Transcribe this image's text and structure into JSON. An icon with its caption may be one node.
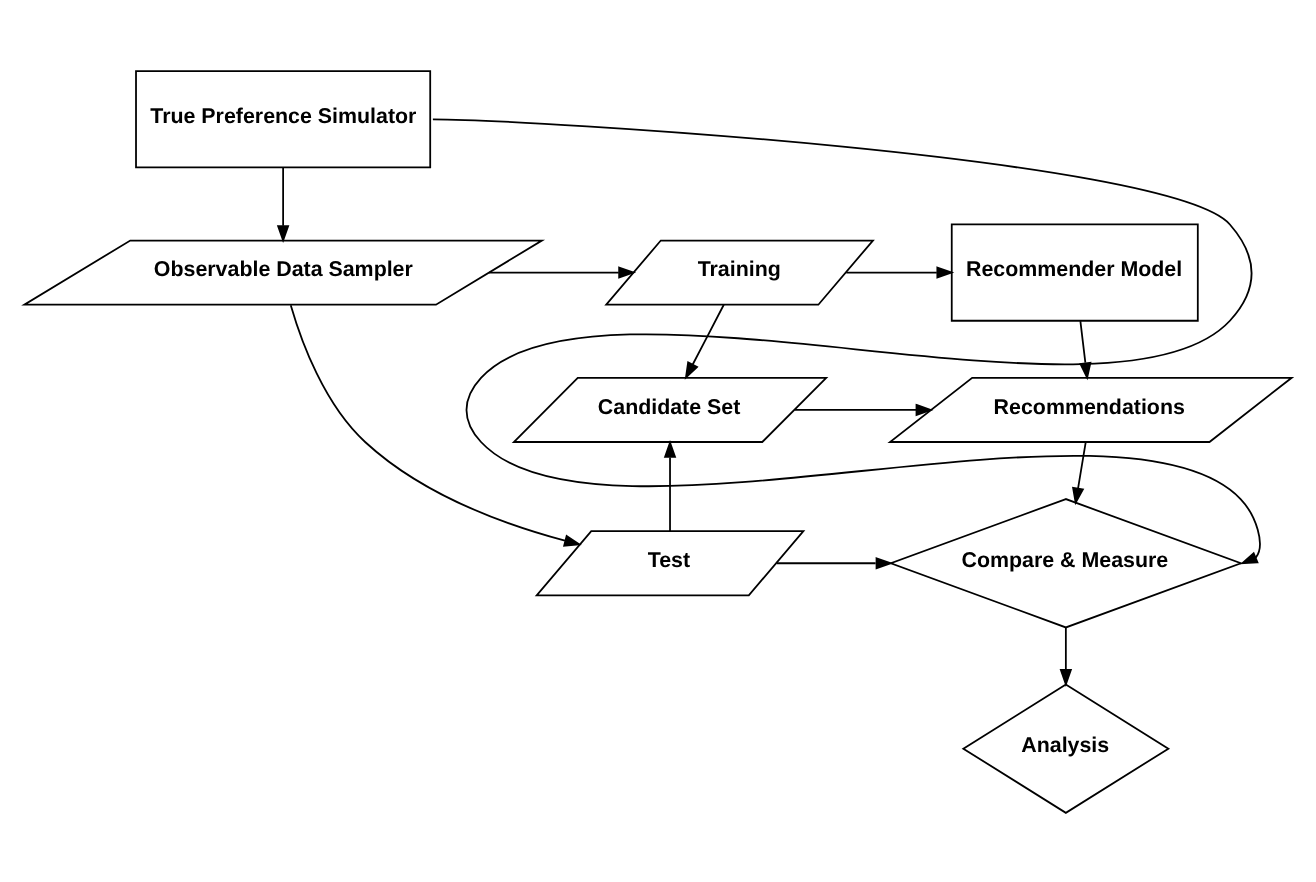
{
  "diagram": {
    "nodes": [
      {
        "text": [
          "True Preference Simulator"
        ]
      },
      {
        "text": [
          "Observable Data Sampler"
        ]
      },
      {
        "text": [
          "Training"
        ]
      },
      {
        "text": [
          "Recommender Model"
        ]
      },
      {
        "text": [
          "Candidate Set"
        ]
      },
      {
        "text": [
          "Recommendations"
        ]
      },
      {
        "text": [
          "Test"
        ]
      },
      {
        "text": [
          "Compare & Measure"
        ]
      },
      {
        "text": [
          "Analysis"
        ]
      }
    ],
    "edges": [
      {
        "from": 0,
        "to": 1,
        "arrow": "to"
      },
      {
        "from": 1,
        "to": 2,
        "arrow": "to"
      },
      {
        "from": 2,
        "to": 3,
        "arrow": "to"
      },
      {
        "from": 2,
        "to": 4,
        "arrow": "to"
      },
      {
        "from": 3,
        "to": 5,
        "arrow": "to"
      },
      {
        "from": 4,
        "to": 5,
        "arrow": "to"
      },
      {
        "from": 1,
        "to": 6,
        "arrow": "to"
      },
      {
        "from": 6,
        "to": 4,
        "arrow": "to"
      },
      {
        "from": 6,
        "to": 7,
        "arrow": "to"
      },
      {
        "from": 5,
        "to": 7,
        "arrow": "to"
      },
      {
        "from": 7,
        "to": 8,
        "arrow": "to"
      },
      {
        "from": 0,
        "to": 7,
        "arrow": "to"
      }
    ]
  }
}
